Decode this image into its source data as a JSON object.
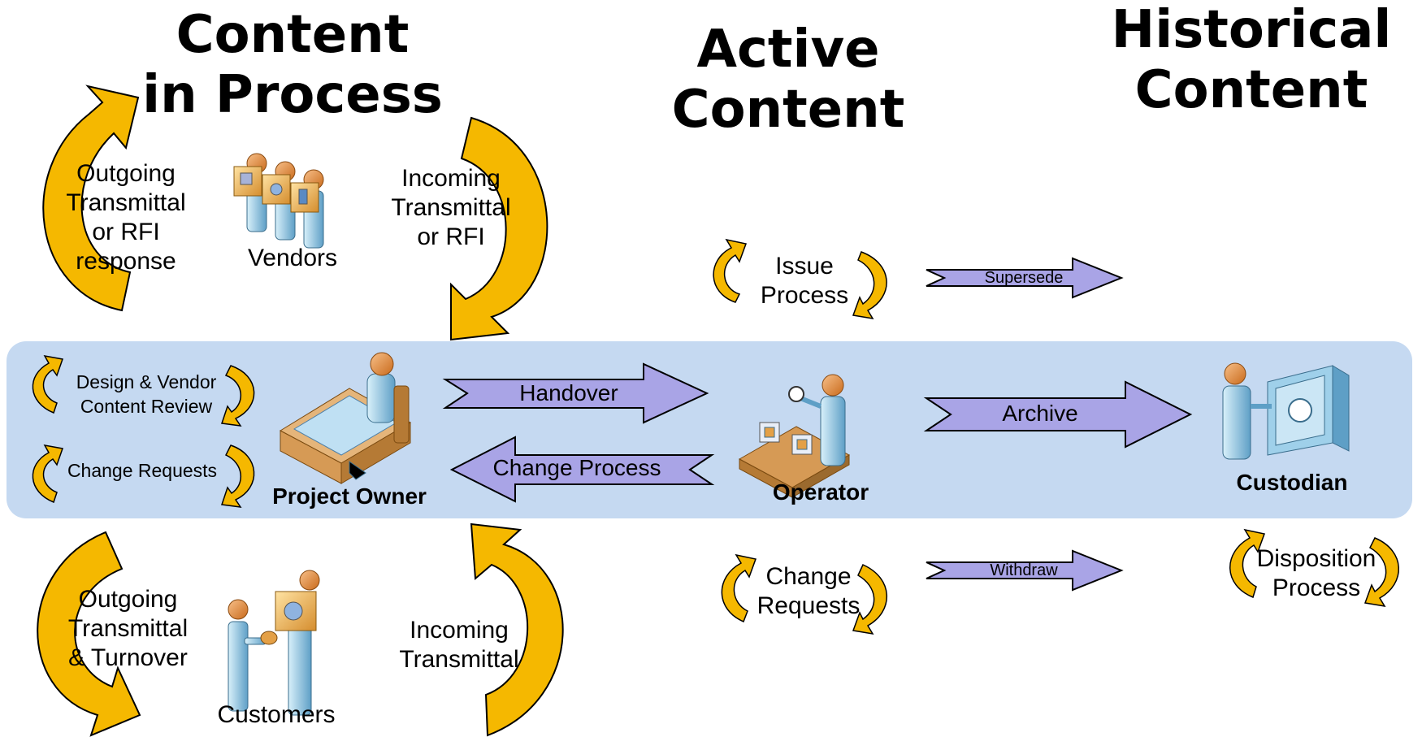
{
  "headings": {
    "content_in_process": [
      "Content",
      "in Process"
    ],
    "active_content": [
      "Active",
      "Content"
    ],
    "historical_content": [
      "Historical",
      "Content"
    ]
  },
  "cycles": {
    "outgoing_rfi": [
      "Outgoing",
      "Transmittal",
      "or RFI",
      "response"
    ],
    "incoming_rfi": [
      "Incoming",
      "Transmittal",
      "or RFI"
    ],
    "outgoing_turnover": [
      "Outgoing",
      "Transmittal",
      "& Turnover"
    ],
    "incoming_transmittal": [
      "Incoming",
      "Transmittal"
    ],
    "issue_process": [
      "Issue",
      "Process"
    ],
    "change_requests_active": [
      "Change",
      "Requests"
    ],
    "disposition_process": [
      "Disposition",
      "Process"
    ],
    "design_review": [
      "Design & Vendor",
      "Content Review"
    ],
    "change_requests_owner": "Change Requests"
  },
  "actors": {
    "vendors": "Vendors",
    "customers": "Customers",
    "project_owner": "Project Owner",
    "operator": "Operator",
    "custodian": "Custodian"
  },
  "arrows": {
    "handover": "Handover",
    "change_process": "Change Process",
    "archive": "Archive",
    "supersede": "Supersede",
    "withdraw": "Withdraw"
  },
  "colors": {
    "band": "#c5d9f1",
    "arrow_fill": "#a9a4e6",
    "cycle_arrow": "#f5b800",
    "outline": "#000000"
  }
}
